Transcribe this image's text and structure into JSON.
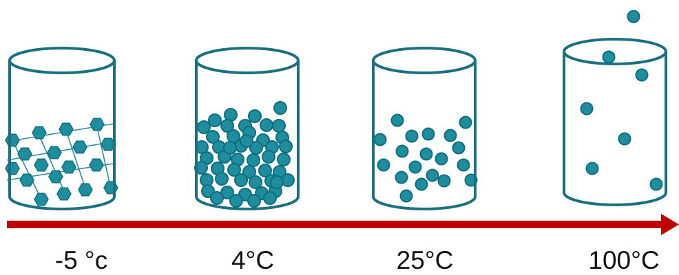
{
  "colors": {
    "container_stroke": "#1a7080",
    "particle_fill": "#1e8d9e",
    "particle_stroke": "#0f6e7e",
    "arrow": "#c00000",
    "text": "#111111"
  },
  "containers": [
    {
      "label": "-5 °c",
      "state": "solid",
      "particle_shape": "hexagon"
    },
    {
      "label": "4°C",
      "state": "dense-liquid",
      "particle_shape": "circle"
    },
    {
      "label": "25°C",
      "state": "liquid",
      "particle_shape": "circle"
    },
    {
      "label": "100°C",
      "state": "gas",
      "particle_shape": "circle"
    }
  ]
}
